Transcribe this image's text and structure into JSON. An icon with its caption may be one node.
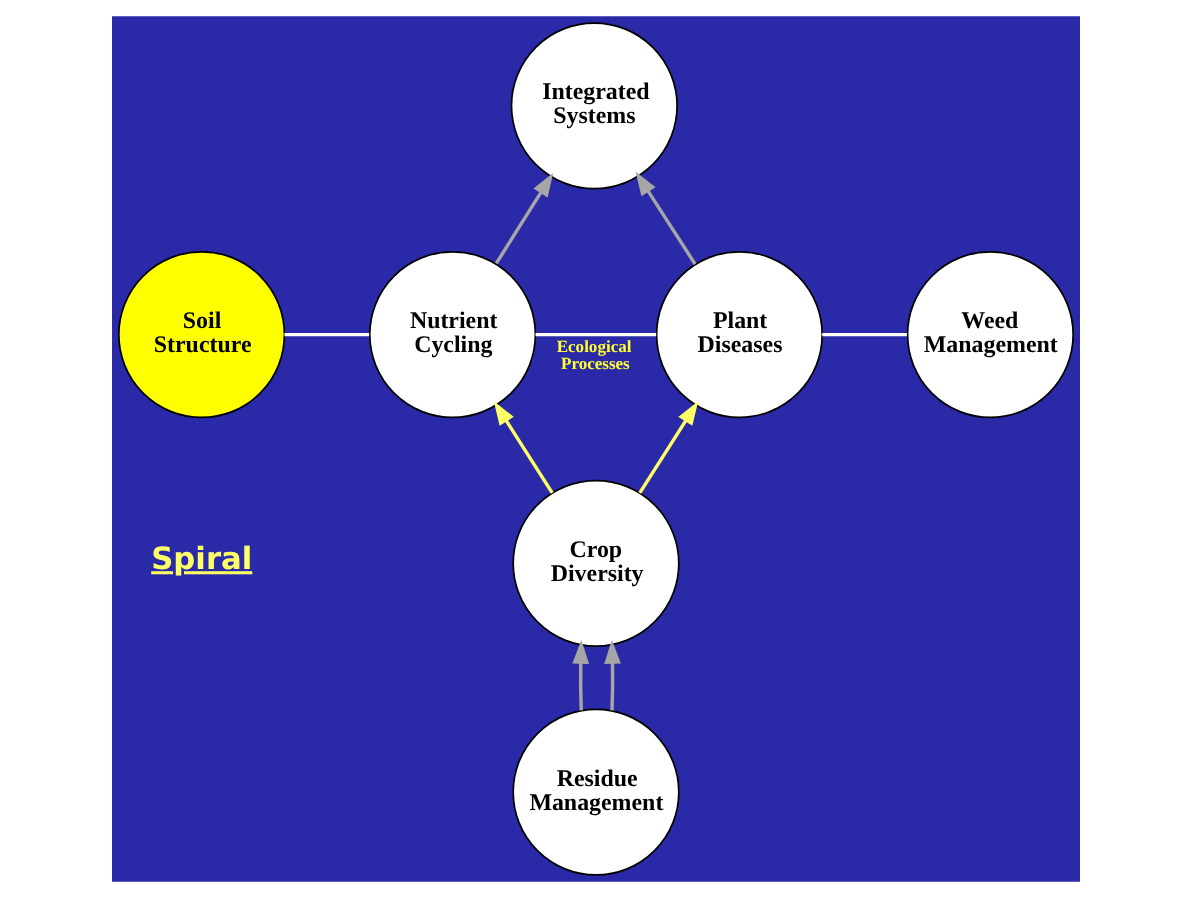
{
  "diagram": {
    "nodes": [
      {
        "text": [
          "Integrated Systems"
        ]
      },
      {
        "text": [
          "Soil Structure"
        ]
      },
      {
        "text": [
          "Nutrient Cycling"
        ]
      },
      {
        "text": [
          "Plant Diseases"
        ]
      },
      {
        "text": [
          "Weed Management"
        ]
      },
      {
        "text": [
          "Crop Diversity"
        ]
      },
      {
        "text": [
          "Residue Management"
        ]
      }
    ],
    "edges": [
      {
        "from": 2,
        "to": 0,
        "arrow": "to"
      },
      {
        "from": 3,
        "to": 0,
        "arrow": "to"
      },
      {
        "from": 1,
        "to": 2,
        "arrow": "none",
        "color": "#ffffff"
      },
      {
        "from": 2,
        "to": 3,
        "arrow": "none",
        "color": "#ffffff",
        "label": "Ecological Processes"
      },
      {
        "from": 3,
        "to": 4,
        "arrow": "none",
        "color": "#ffffff"
      },
      {
        "from": 5,
        "to": 2,
        "arrow": "to",
        "color": "#ffff66"
      },
      {
        "from": 5,
        "to": 3,
        "arrow": "to",
        "color": "#ffff66"
      },
      {
        "from": 6,
        "to": 5,
        "arrow": "to"
      },
      {
        "from": 6,
        "to": 5,
        "arrow": "to"
      }
    ],
    "labels": [
      "Spiral"
    ]
  }
}
